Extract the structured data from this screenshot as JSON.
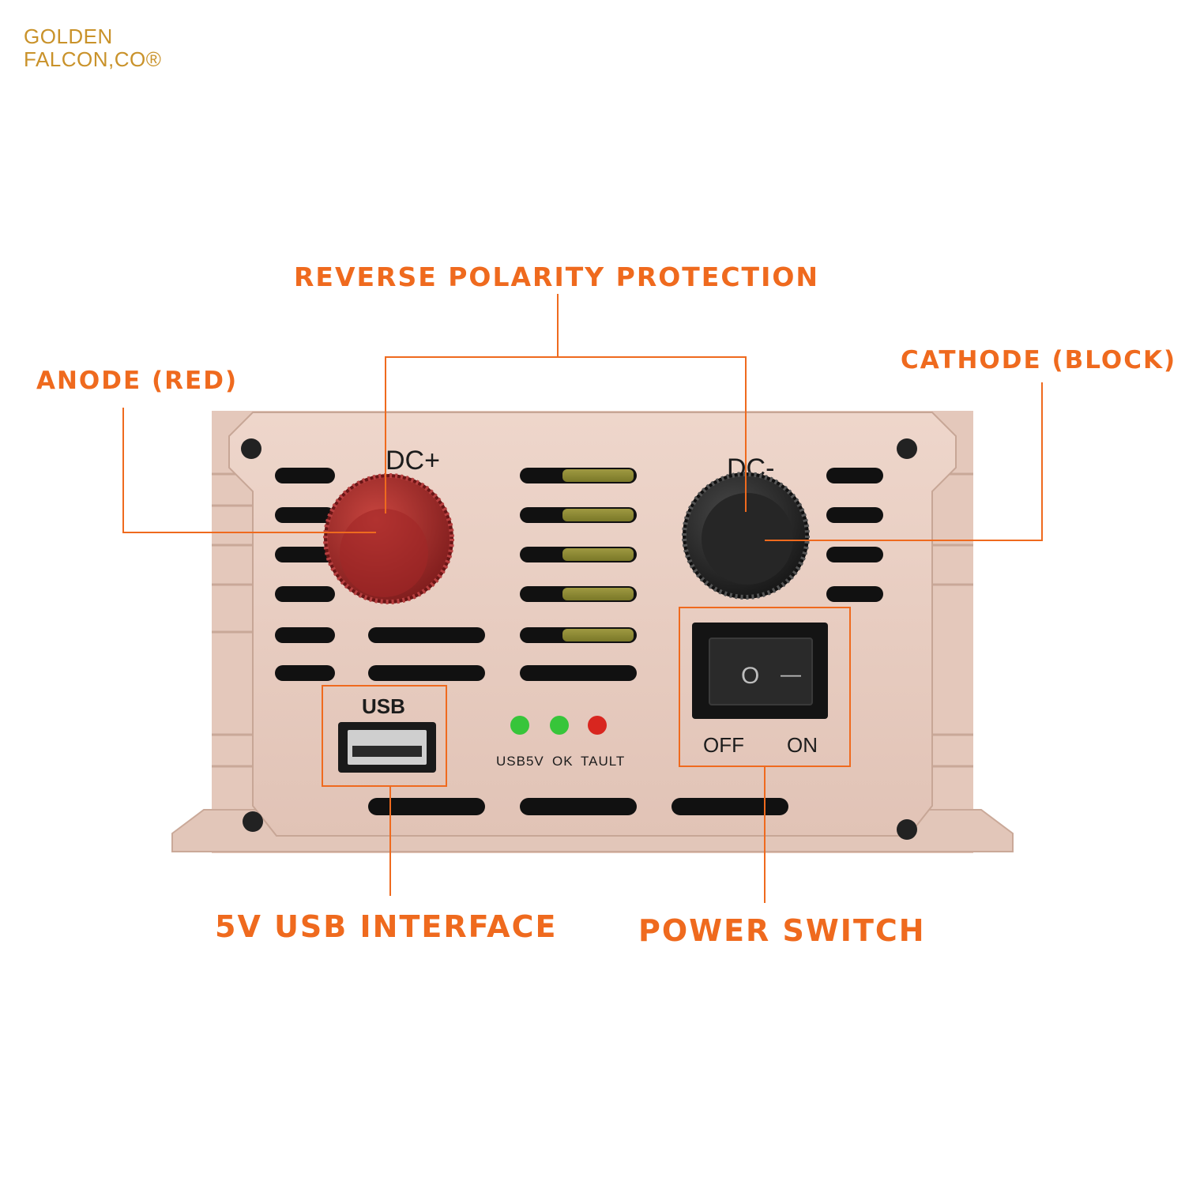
{
  "brand": {
    "line1": "GOLDEN",
    "line2": "FALCON,CO®"
  },
  "callouts": {
    "reverse_polarity": "REVERSE POLARITY PROTECTION",
    "anode": "ANODE (RED)",
    "cathode": "CATHODE (BLOCK)",
    "usb_interface": "5V USB INTERFACE",
    "power_switch": "POWER SWITCH"
  },
  "panel": {
    "dc_plus": "DC+",
    "dc_minus": "DC-",
    "usb": "USB",
    "leds": [
      "USB5V",
      "OK",
      "TAULT"
    ],
    "switch_off": "OFF",
    "switch_on": "ON",
    "switch_symbol_off": "O",
    "switch_symbol_on": "—"
  },
  "colors": {
    "accent": "#ef6a1e",
    "brand": "#c9922a",
    "housing": "#e9cfc3",
    "anode_knob": "#a82a2a",
    "cathode_knob": "#2b2b2b",
    "led_green": "#37c53a",
    "led_red": "#d8261f"
  }
}
